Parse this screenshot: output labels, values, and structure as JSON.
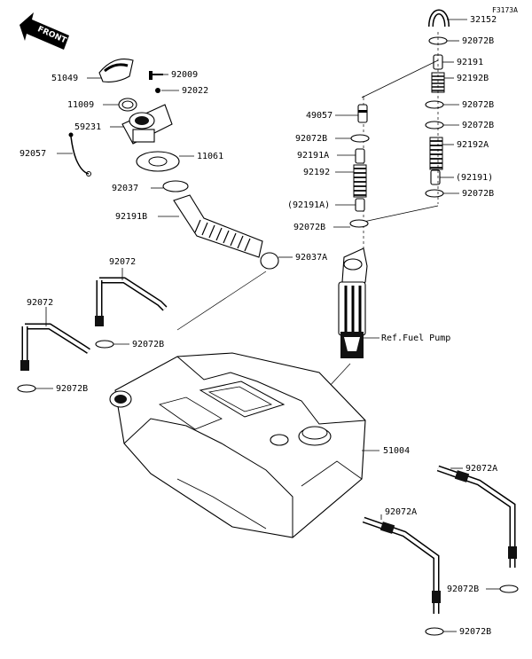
{
  "figure": {
    "code": "F3173A",
    "front_label": "FRONT"
  },
  "callouts": {
    "c32152": "32152",
    "c92072B_1": "92072B",
    "c92191": "92191",
    "c92192B": "92192B",
    "c92072B_2": "92072B",
    "c92072B_3": "92072B",
    "c92192A": "92192A",
    "c92191p": "(92191)",
    "c92072B_4": "92072B",
    "c51049": "51049",
    "c92009": "92009",
    "c92022": "92022",
    "c11009": "11009",
    "c59231": "59231",
    "c49057": "49057",
    "c92072B_5": "92072B",
    "c92191A": "92191A",
    "c92192": "92192",
    "c92191Ap": "(92191A)",
    "c92072B_6": "92072B",
    "c92057": "92057",
    "c11061": "11061",
    "c92037": "92037",
    "c92191B": "92191B",
    "c92037A": "92037A",
    "c92072_1": "92072",
    "c92072_2": "92072",
    "c92072B_7": "92072B",
    "c92072B_8": "92072B",
    "cPump": "Ref.Fuel Pump",
    "c51004": "51004",
    "c92072A_1": "92072A",
    "c92072A_2": "92072A",
    "c92072B_9": "92072B",
    "c92072B_10": "92072B"
  }
}
